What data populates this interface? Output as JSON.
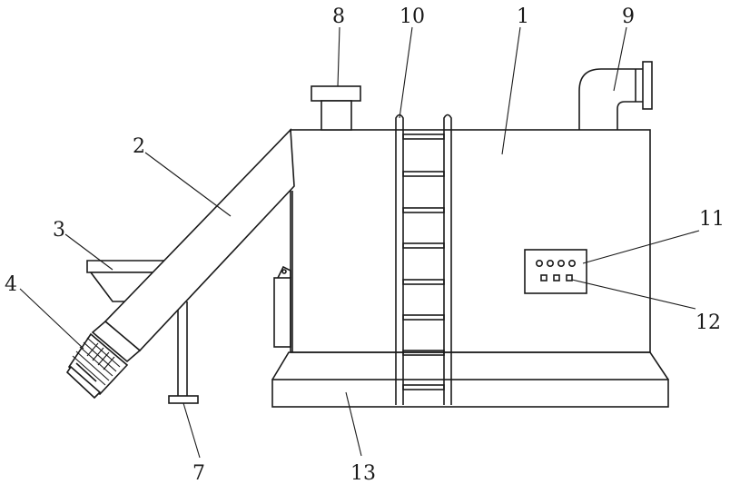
{
  "labels": {
    "tank": "1",
    "screw_conveyor": "2",
    "hopper": "3",
    "motor": "4",
    "support_leg": "7",
    "inlet_port": "8",
    "outlet_pipe": "9",
    "ladder": "10",
    "indicator_lights": "11",
    "control_buttons": "12",
    "base": "13"
  }
}
